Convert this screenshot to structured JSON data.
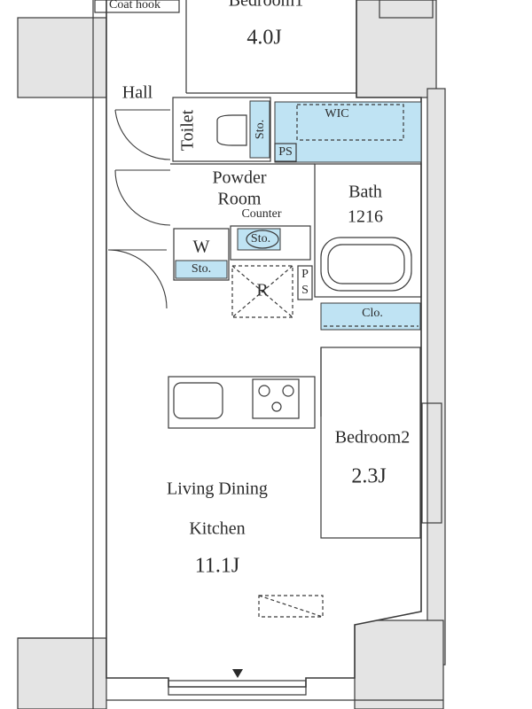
{
  "rooms": {
    "bedroom1": {
      "name": "Bedroom1",
      "size": "4.0J"
    },
    "coat_hook": "Coat hook",
    "hall": "Hall",
    "toilet": "Toilet",
    "toilet_storage": "Sto.",
    "wic": "WIC",
    "ps_top": "PS",
    "powder_room": {
      "line1": "Powder",
      "line2": "Room"
    },
    "counter": "Counter",
    "counter_storage": "Sto.",
    "bath": {
      "name": "Bath",
      "size": "1216"
    },
    "washer": "W",
    "washer_storage": "Sto.",
    "ps_mid_p": "P",
    "ps_mid_s": "S",
    "refrigerator": "R",
    "closet": "Clo.",
    "bedroom2": {
      "name": "Bedroom2",
      "size": "2.3J"
    },
    "ldk": {
      "line1": "Living Dining",
      "line2": "Kitchen",
      "size": "11.1J"
    }
  }
}
